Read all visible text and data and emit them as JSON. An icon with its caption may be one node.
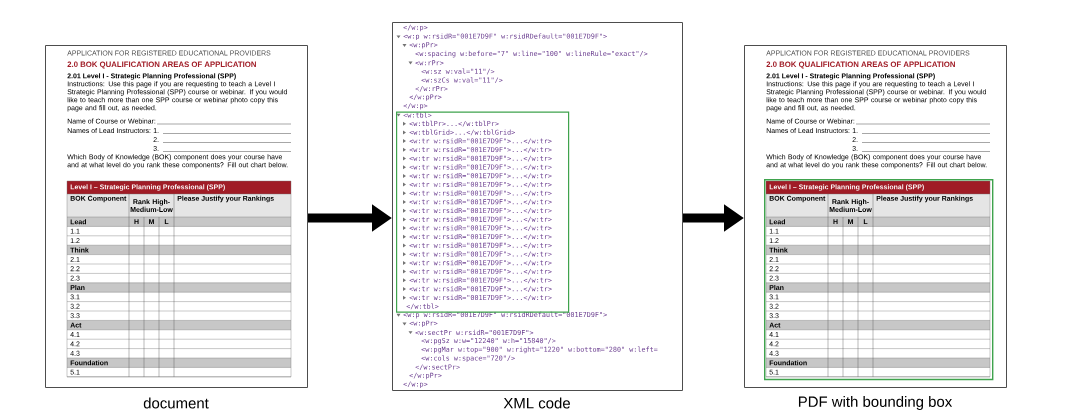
{
  "diagram": {
    "nodes": [
      {
        "text": [
          "APPLICATION FOR REGISTERED EDUCATIONAL PROVIDERS",
          "2.0 BOK QUALIFICATION AREAS OF APPLICATION",
          "2.01 Level I - Strategic Planning Professional (SPP)",
          "Instructions: Use this page if you are requesting to teach a Level I Strategic Planning Professional (SPP) course or webinar. If you would like to teach more than one SPP course or webinar photo copy this page and fill out, as needed.",
          "Name of Course or Webinar:",
          "Names of Lead Instructors:",
          "1.",
          "2.",
          "3.",
          "Which Body of Knowledge (BOK) component does your course have and at what level do you rank these components? Fill out chart below.",
          "Level I – Strategic Planning Professional (SPP)",
          "BOK Component",
          "Rank High-Medium-Low",
          "Please Justify your Rankings",
          "Lead",
          "H",
          "M",
          "L",
          "1.1",
          "1.2",
          "Think",
          "2.1",
          "2.2",
          "2.3",
          "Plan",
          "3.1",
          "3.2",
          "3.3",
          "Act",
          "4.1",
          "4.2",
          "4.3",
          "Foundation",
          "5.1"
        ],
        "beside": [
          "document"
        ]
      },
      {
        "text": [
          "</w:p>",
          "<w:p w:rsidR=\"001E7D9F\" w:rsidRDefault=\"001E7D9F\">",
          "<w:pPr>",
          "<w:spacing w:before=\"7\" w:line=\"100\" w:lineRule=\"exact\"/>",
          "<w:rPr>",
          "<w:sz w:val=\"11\"/>",
          "<w:szCs w:val=\"11\"/>",
          "</w:rPr>",
          "</w:pPr>",
          "</w:p>",
          "<w:p w:rsidR=\"001E7D9F\" w:rsidRDefault=\"001E7D9F\">",
          "<w:pPr>",
          "<w:sectPr w:rsidR=\"001E7D9F\">",
          "<w:pgSz w:w=\"12240\" w:h=\"15840\"/>",
          "<w:pgMar w:top=\"900\" w:right=\"1220\" w:bottom=\"280\" w:left=",
          "<w:cols w:space=\"720\"/>",
          "</w:sectPr>",
          "</w:pPr>",
          "</w:p>"
        ],
        "beside": [
          "XML code"
        ]
      },
      {
        "text": [
          "<w:tbl>",
          "<w:tblPr>...</w:tblPr>",
          "<w:tblGrid>...</w:tblGrid>",
          "<w:tr w:rsidR=\"001E7D9F\">...</w:tr>",
          "<w:tr w:rsidR=\"001E7D9F\">...</w:tr>",
          "<w:tr w:rsidR=\"001E7D9F\">...</w:tr>",
          "<w:tr w:rsidR=\"001E7D9F\">...</w:tr>",
          "<w:tr w:rsidR=\"001E7D9F\">...</w:tr>",
          "<w:tr w:rsidR=\"001E7D9F\">...</w:tr>",
          "<w:tr w:rsidR=\"001E7D9F\">...</w:tr>",
          "<w:tr w:rsidR=\"001E7D9F\">...</w:tr>",
          "<w:tr w:rsidR=\"001E7D9F\">...</w:tr>",
          "<w:tr w:rsidR=\"001E7D9F\">...</w:tr>",
          "<w:tr w:rsidR=\"001E7D9F\">...</w:tr>",
          "<w:tr w:rsidR=\"001E7D9F\">...</w:tr>",
          "<w:tr w:rsidR=\"001E7D9F\">...</w:tr>",
          "<w:tr w:rsidR=\"001E7D9F\">...</w:tr>",
          "<w:tr w:rsidR=\"001E7D9F\">...</w:tr>",
          "<w:tr w:rsidR=\"001E7D9F\">...</w:tr>",
          "<w:tr w:rsidR=\"001E7D9F\">...</w:tr>",
          "<w:tr w:rsidR=\"001E7D9F\">...</w:tr>",
          "<w:tr w:rsidR=\"001E7D9F\">...</w:tr>",
          "</w:tbl>"
        ],
        "in": 1
      },
      {
        "text": [
          "APPLICATION FOR REGISTERED EDUCATIONAL PROVIDERS",
          "2.0 BOK QUALIFICATION AREAS OF APPLICATION",
          "2.01 Level I - Strategic Planning Professional (SPP)",
          "Instructions: Use this page if you are requesting to teach a Level I Strategic Planning Professional (SPP) course or webinar. If you would like to teach more than one SPP course or webinar photo copy this page and fill out, as needed.",
          "Name of Course or Webinar:",
          "Names of Lead Instructors:",
          "1.",
          "2.",
          "3.",
          "Which Body of Knowledge (BOK) component does your course have and at what level do you rank these components? Fill out chart below."
        ],
        "beside": [
          "PDF with bounding box"
        ]
      },
      {
        "text": [
          "Level I – Strategic Planning Professional (SPP)",
          "BOK Component",
          "Rank High-Medium-Low",
          "Please Justify your Rankings",
          "Lead",
          "H",
          "M",
          "L",
          "1.1",
          "1.2",
          "Think",
          "2.1",
          "2.2",
          "2.3",
          "Plan",
          "3.1",
          "3.2",
          "3.3",
          "Act",
          "4.1",
          "4.2",
          "4.3",
          "Foundation",
          "5.1"
        ],
        "in": 3
      }
    ],
    "edges": [
      {
        "from": 0,
        "to": 1,
        "arrow": "to"
      },
      {
        "from": 1,
        "to": 3,
        "arrow": "to"
      }
    ]
  }
}
